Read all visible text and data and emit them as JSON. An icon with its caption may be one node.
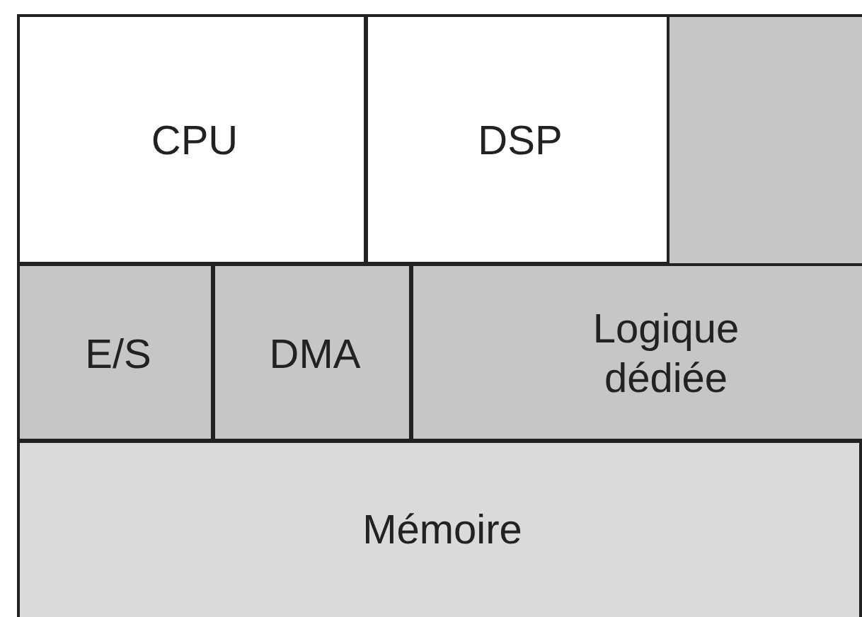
{
  "diagram": {
    "nodes": [
      {
        "text": [
          "CPU"
        ]
      },
      {
        "text": [
          "DSP"
        ]
      },
      {
        "text": [
          "E/S"
        ]
      },
      {
        "text": [
          "DMA"
        ]
      },
      {
        "text": [
          "Logique dédiée"
        ]
      },
      {
        "text": [
          "Mémoire"
        ]
      }
    ]
  }
}
